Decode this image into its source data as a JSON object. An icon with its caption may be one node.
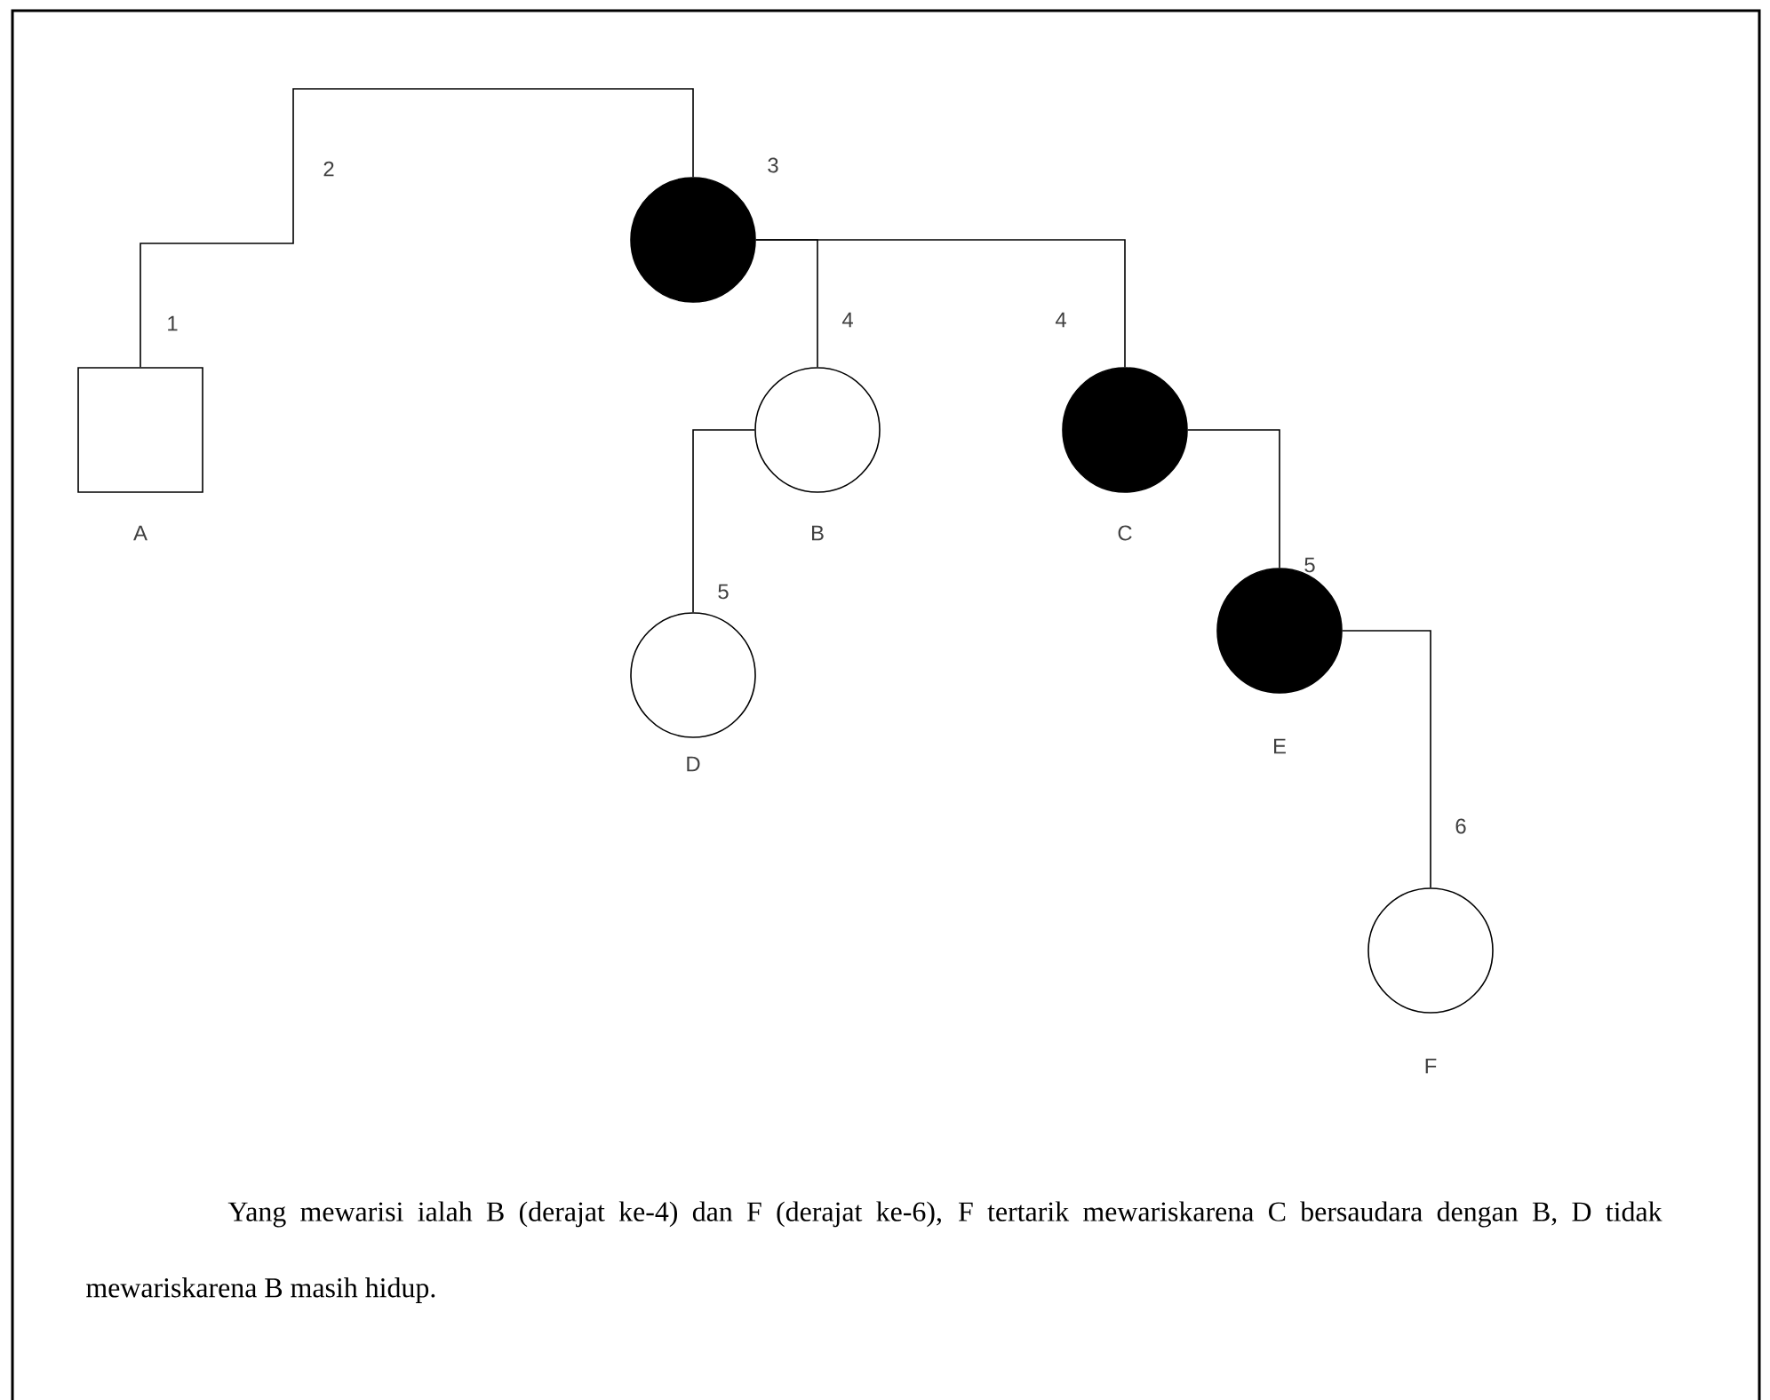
{
  "diagram": {
    "caption": "Yang mewarisi ialah B (derajat ke-4) dan F (derajat ke-6), F tertarik mewariskarena C bersaudara dengan B, D tidak mewariskarena B masih hidup.",
    "nodes": [
      {
        "text": [],
        "shape": "box",
        "beside": [
          "1",
          "A"
        ]
      },
      {
        "text": [],
        "shape": "disc",
        "beside": [
          "3"
        ]
      },
      {
        "text": [],
        "shape": "circle",
        "beside": [
          "4",
          "B"
        ]
      },
      {
        "text": [],
        "shape": "disc",
        "beside": [
          "4",
          "C"
        ]
      },
      {
        "text": [],
        "shape": "circle",
        "beside": [
          "5",
          "D"
        ]
      },
      {
        "text": [],
        "shape": "disc",
        "beside": [
          "5",
          "E"
        ]
      },
      {
        "text": [],
        "shape": "circle",
        "beside": [
          "6",
          "F"
        ]
      }
    ],
    "edges": [
      {
        "from": 0,
        "to": 1,
        "arrow": "none",
        "label": "2"
      },
      {
        "from": 1,
        "to": 2,
        "arrow": "none"
      },
      {
        "from": 1,
        "to": 3,
        "arrow": "none"
      },
      {
        "from": 2,
        "to": 4,
        "arrow": "none"
      },
      {
        "from": 3,
        "to": 5,
        "arrow": "none"
      },
      {
        "from": 5,
        "to": 6,
        "arrow": "none"
      }
    ]
  }
}
